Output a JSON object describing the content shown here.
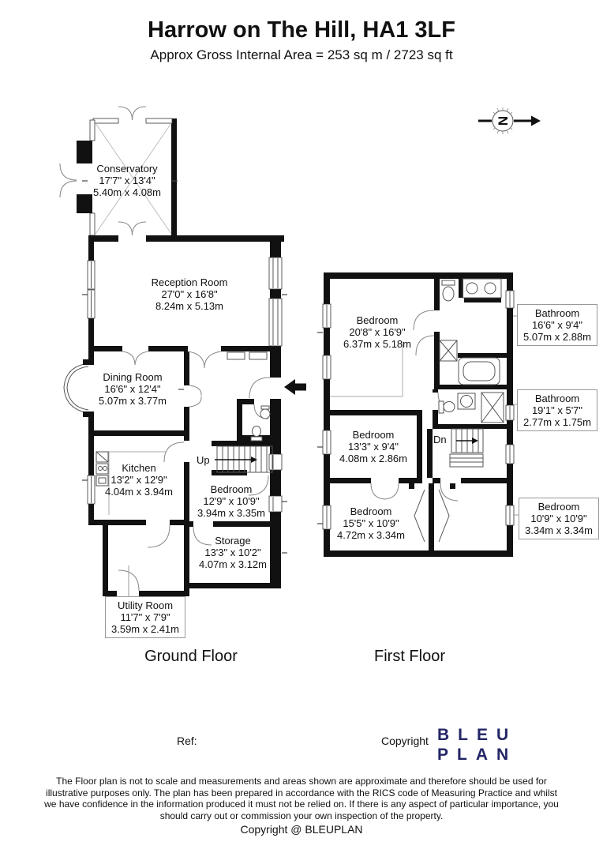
{
  "header": {
    "title": "Harrow on The Hill, HA1 3LF",
    "subtitle": "Approx Gross Internal Area = 253 sq m / 2723 sq ft"
  },
  "compass": {
    "letter": "N"
  },
  "ground_floor": {
    "label": "Ground Floor",
    "stairs_label": "Up",
    "rooms": [
      {
        "name": "Conservatory",
        "imperial": "17'7\" x 13'4\"",
        "metric": "5.40m x 4.08m"
      },
      {
        "name": "Reception Room",
        "imperial": "27'0\" x 16'8\"",
        "metric": "8.24m x 5.13m"
      },
      {
        "name": "Dining Room",
        "imperial": "16'6\" x 12'4\"",
        "metric": "5.07m x 3.77m"
      },
      {
        "name": "Kitchen",
        "imperial": "13'2\" x 12'9\"",
        "metric": "4.04m x 3.94m"
      },
      {
        "name": "Bedroom",
        "imperial": "12'9\" x 10'9\"",
        "metric": "3.94m x 3.35m"
      },
      {
        "name": "Storage",
        "imperial": "13'3\" x 10'2\"",
        "metric": "4.07m x 3.12m"
      },
      {
        "name": "Utility Room",
        "imperial": "11'7\" x 7'9\"",
        "metric": "3.59m x 2.41m"
      }
    ]
  },
  "first_floor": {
    "label": "First Floor",
    "stairs_label": "Dn",
    "rooms": [
      {
        "name": "Bedroom",
        "imperial": "20'8\" x 16'9\"",
        "metric": "6.37m x 5.18m"
      },
      {
        "name": "Bedroom",
        "imperial": "13'3\" x 9'4\"",
        "metric": "4.08m x 2.86m"
      },
      {
        "name": "Bedroom",
        "imperial": "15'5\" x 10'9\"",
        "metric": "4.72m x 3.34m"
      }
    ],
    "callouts": [
      {
        "name": "Bathroom",
        "imperial": "16'6\" x 9'4\"",
        "metric": "5.07m x 2.88m"
      },
      {
        "name": "Bathroom",
        "imperial": "19'1\" x 5'7\"",
        "metric": "2.77m x 1.75m"
      },
      {
        "name": "Bedroom",
        "imperial": "10'9\" x 10'9\"",
        "metric": "3.34m x 3.34m"
      }
    ]
  },
  "footer": {
    "ref_label": "Ref:",
    "copyright_label": "Copyright",
    "logo_line1": "BLEU",
    "logo_line2": "PLAN",
    "logo_color": "#232566",
    "disclaimer": "The Floor plan is not to scale and measurements and areas shown are approximate and therefore should be used for illustrative purposes only. The plan has been prepared in accordance with the RICS code of Measuring Practice and whilst we have confidence in the information produced it must not be relied on. If there is any aspect of particular importance, you should carry out or commission your own inspection of the property.",
    "copyright_line": "Copyright @ BLEUPLAN"
  }
}
